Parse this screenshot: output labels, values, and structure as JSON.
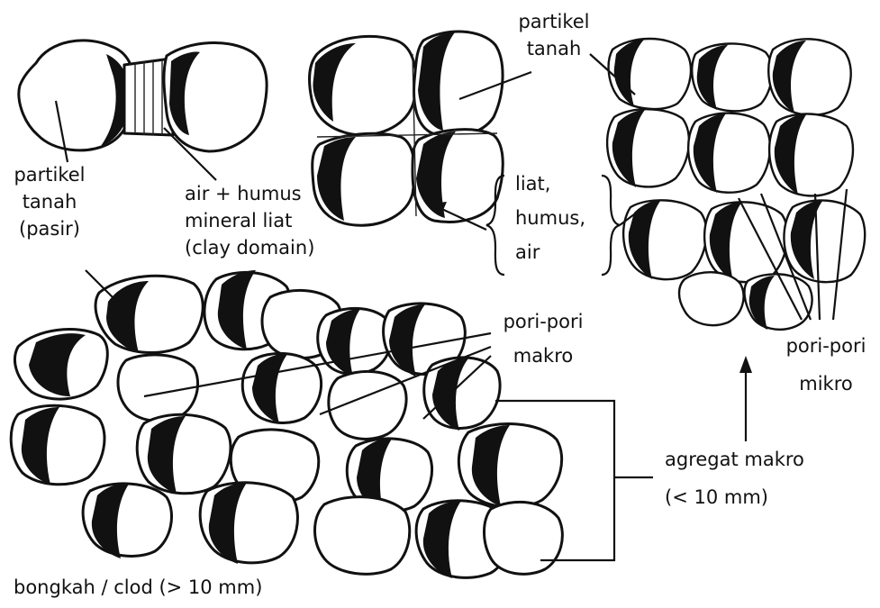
{
  "labels": {
    "top_left_particle": [
      "partikel",
      "tanah",
      "(pasir)"
    ],
    "water_humus": [
      "air + humus",
      "mineral liat",
      "(clay domain)"
    ],
    "top_particle": [
      "partikel",
      "tanah"
    ],
    "brace_items": [
      "liat,",
      "humus,",
      "air"
    ],
    "macro_pores": [
      "pori-pori",
      "makro"
    ],
    "micro_pores": [
      "pori-pori",
      "mikro"
    ],
    "macro_aggregate": [
      "agregat makro",
      "(< 10 mm)"
    ],
    "clod": "bongkah / clod (> 10 mm)"
  },
  "colors": {
    "ink": "#111111",
    "background": "#ffffff"
  }
}
